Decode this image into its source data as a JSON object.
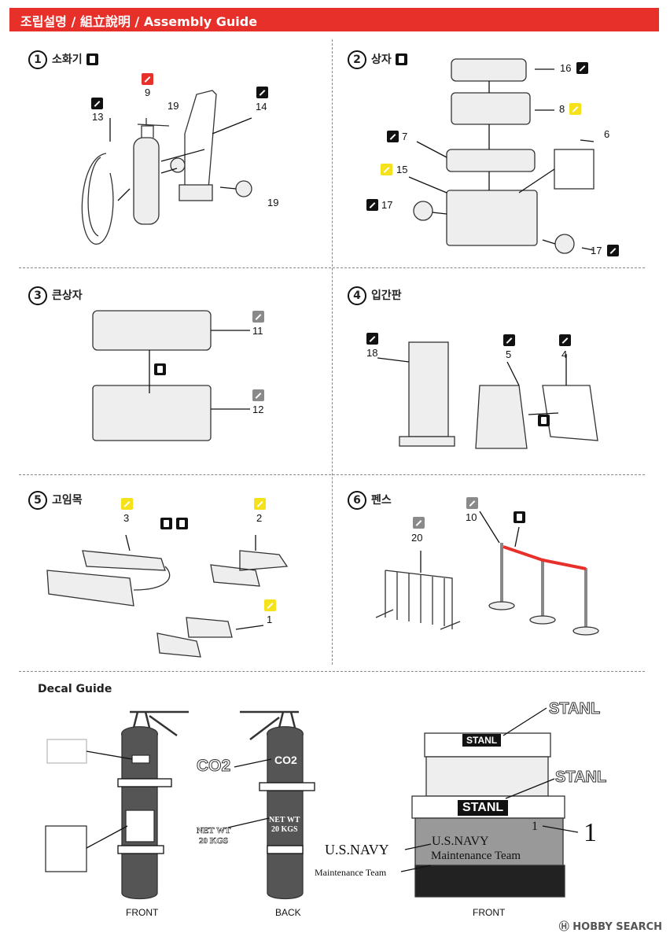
{
  "header": {
    "title": "조립설명 / 組立說明 / Assembly Guide"
  },
  "steps": [
    {
      "num": "1",
      "label": "소화기"
    },
    {
      "num": "2",
      "label": "상자"
    },
    {
      "num": "3",
      "label": "큰상자"
    },
    {
      "num": "4",
      "label": "입간판"
    },
    {
      "num": "5",
      "label": "고임목"
    },
    {
      "num": "6",
      "label": "펜스"
    }
  ],
  "parts": {
    "s1": [
      "13",
      "9",
      "19",
      "14",
      "19"
    ],
    "s2": [
      "16",
      "8",
      "7",
      "6",
      "15",
      "17",
      "17"
    ],
    "s3": [
      "11",
      "12"
    ],
    "s4": [
      "18",
      "5",
      "4"
    ],
    "s5": [
      "3",
      "2",
      "1"
    ],
    "s6": [
      "20",
      "10"
    ]
  },
  "colors": {
    "header": "#e8302a",
    "paint_black": "#111111",
    "paint_red": "#e8302a",
    "paint_yellow": "#f5e21a",
    "paint_grey": "#8a8a8a"
  },
  "decal": {
    "heading": "Decal Guide",
    "co2": "CO2",
    "netwt_line1": "NET WT",
    "netwt_line2": "20 KGS",
    "stanl": "STANL",
    "usnavy": "U.S.NAVY",
    "maint": "Maintenance Team",
    "one": "1",
    "captions": [
      "FRONT",
      "BACK",
      "FRONT"
    ]
  },
  "watermark": "HOBBY SEARCH"
}
